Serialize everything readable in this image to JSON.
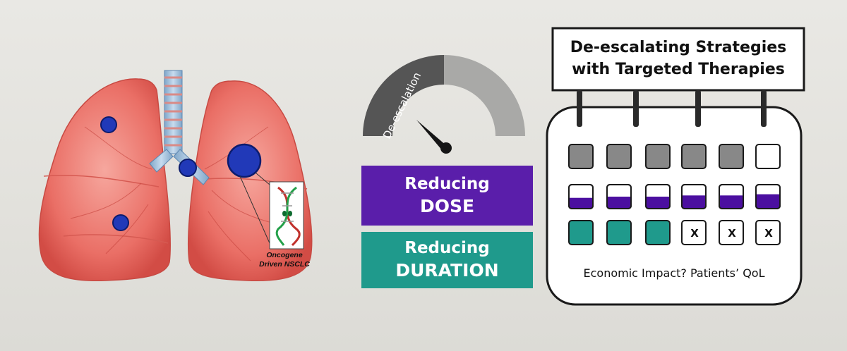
{
  "lungs": {
    "label_line1": "Oncogene",
    "label_line2": "Driven NSCLC"
  },
  "gauge": {
    "label": "De-escalation",
    "active_color": "#555555",
    "inactive_color": "#a9a9a7"
  },
  "strategies": {
    "dose": {
      "line1": "Reducing",
      "line2": "DOSE",
      "color": "#5a1eaa"
    },
    "duration": {
      "line1": "Reducing",
      "line2": "DURATION",
      "color": "#1f9a8c"
    }
  },
  "calendar": {
    "title_line1": "De-escalating Strategies",
    "title_line2": "with Targeted Therapies",
    "rows": [
      {
        "cells": [
          "full",
          "full",
          "full",
          "full",
          "full",
          "empty"
        ],
        "colors": [
          "#888888",
          "#888888",
          "#888888",
          "#888888",
          "#888888",
          "#ffffff"
        ]
      },
      {
        "cells": [
          "half",
          "half",
          "half",
          "half",
          "half",
          "half"
        ],
        "fill_fraction": [
          0.45,
          0.5,
          0.5,
          0.55,
          0.55,
          0.6
        ],
        "color": "#4b0fa0"
      },
      {
        "cells": [
          "teal",
          "teal",
          "teal",
          "x",
          "x",
          "x"
        ],
        "color": "#1f9a8c"
      }
    ],
    "x_mark": "X",
    "footer": "Economic Impact? Patients’ QoL"
  }
}
